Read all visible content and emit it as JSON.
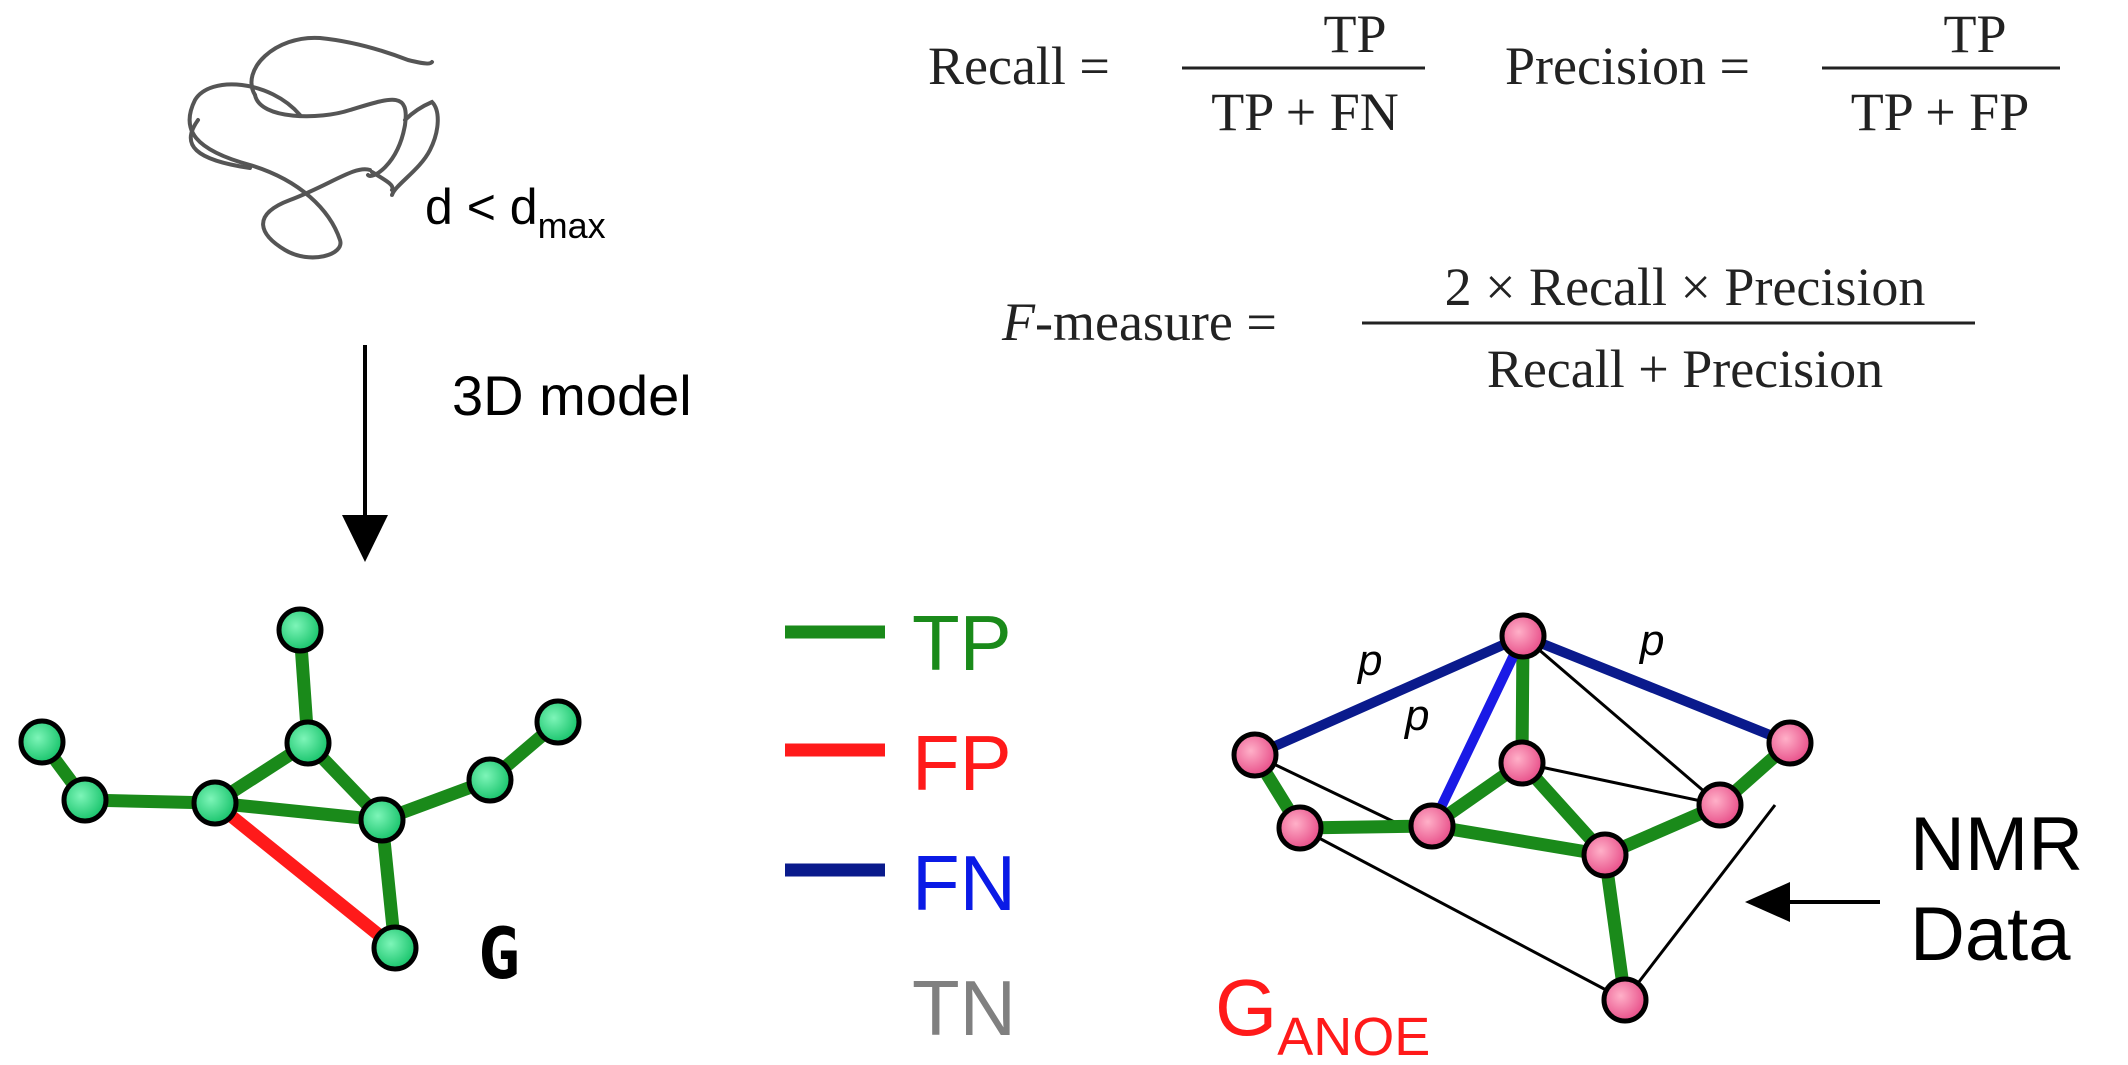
{
  "labels": {
    "distance_main": "d < d",
    "distance_sub": "max",
    "arrow_label": "3D model",
    "graph_g": "G",
    "graph_anoe_main": "G",
    "graph_anoe_sub": "ANOE",
    "nmr_line1": "NMR",
    "nmr_line2": "Data",
    "edge_p": "p"
  },
  "legend": [
    {
      "label": "TP",
      "color": "#1a8a1a",
      "line_color": "#1a8a1a"
    },
    {
      "label": "FP",
      "color": "#ff1a1a",
      "line_color": "#ff1a1a"
    },
    {
      "label": "FN",
      "color": "#0a1ae6",
      "line_color": "#0a1a8c"
    },
    {
      "label": "TN",
      "color": "#808080",
      "line_color": ""
    }
  ],
  "formulas": {
    "recall_lhs": "Recall =",
    "recall_num": "TP",
    "recall_den": "TP + FN",
    "precision_lhs": "Precision =",
    "precision_num": "TP",
    "precision_den": "TP + FP",
    "f_italic": "F",
    "f_lhs": "-measure =",
    "f_num": "2 × Recall × Precision",
    "f_den": "Recall + Precision"
  },
  "colors": {
    "tp": "#1a8a1a",
    "fp": "#ff1a1a",
    "fn": "#0a1a8c",
    "tn": "#000000",
    "node_green": "#2ee08a",
    "node_pink": "#f06a9a",
    "anoe_label": "#ff1a1a"
  }
}
